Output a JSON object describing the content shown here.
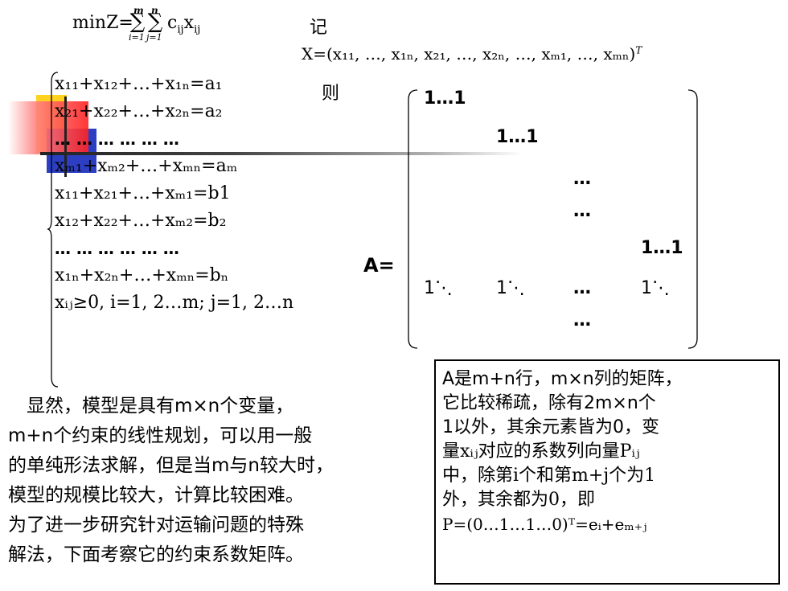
{
  "objective": {
    "prefix": "minZ=",
    "sum1_top": "m",
    "sum1_bot": "i=1",
    "sum2_top": "n",
    "sum2_bot": "j=1",
    "term": "c",
    "term_sub": "ij",
    "term2": "x",
    "term2_sub": "ij"
  },
  "notation": {
    "ji": "记",
    "ze": "则",
    "x_vector": "X=(x₁₁, …, x₁ₙ, x₂₁, …, x₂ₙ, …, xₘ₁, …, xₘₙ)",
    "x_vector_sup": "T"
  },
  "constraints": [
    "x₁₁+x₁₂+…+x₁ₙ=a₁",
    "x₂₁+x₂₂+…+x₂ₙ=a₂",
    "… … … … … …",
    "xₘ₁+xₘ₂+…+xₘₙ=aₘ",
    "x₁₁+x₂₁+…+xₘ₁=b1",
    "x₁₂+x₂₂+…+xₘ₂=b₂",
    "… … … … … …",
    "x₁ₙ+x₂ₙ+…+xₘₙ=bₙ",
    "xᵢⱼ≥0, i=1, 2…m; j=1, 2…n"
  ],
  "matrix": {
    "label": "A=",
    "r1": "1…1",
    "r2": "1…1",
    "r3": "…",
    "r4": "…",
    "r5": "1…1",
    "r6c1": "1⋱",
    "r6c2": "1⋱",
    "r6c3": "…",
    "r6c4": "1⋱",
    "r7": "…"
  },
  "box_lines": [
    "A是m+n行，m×n列的矩阵，",
    "它比较稀疏，除有2m×n个",
    "1以外，其余元素皆为0，变",
    "量xᵢⱼ对应的系数列向量Pᵢⱼ",
    "中，除第i个和第m+j个为1",
    "外，其余都为0，即",
    "P=(0…1…1…0)ᵀ=eᵢ+eₘ₊ⱼ"
  ],
  "paragraph_lines": [
    "　显然，模型是具有m×n个变量，",
    "m+n个约束的线性规划，可以用一般",
    "的单纯形法求解，但是当m与n较大时，",
    "模型的规模比较大，计算比较困难。",
    "为了进一步研究针对运输问题的特殊",
    "解法，下面考察它的约束系数矩阵。"
  ]
}
